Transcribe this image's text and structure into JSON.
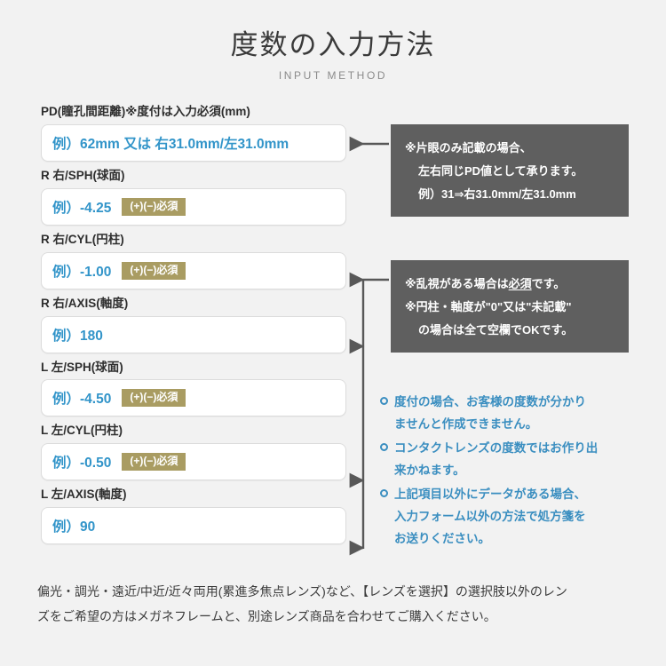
{
  "header": {
    "title": "度数の入力方法",
    "subtitle": "INPUT METHOD"
  },
  "colors": {
    "background": "#f2f2f2",
    "placeholder_blue": "#3194c9",
    "badge_khaki": "#a99c62",
    "note_box_gray": "#5f5f5f",
    "bullet_blue": "#3a8ec0",
    "input_border": "#dcdcdc",
    "connector_gray": "#585858"
  },
  "fields": [
    {
      "label": "PD(瞳孔間距離)※度付は入力必須(mm)",
      "placeholder": "例）62mm 又は 右31.0mm/左31.0mm",
      "badge": null
    },
    {
      "label": "R 右/SPH(球面)",
      "placeholder": "例）-4.25",
      "badge": "(+)(−)必須"
    },
    {
      "label": "R 右/CYL(円柱)",
      "placeholder": "例）-1.00",
      "badge": "(+)(−)必須"
    },
    {
      "label": "R 右/AXIS(軸度)",
      "placeholder": "例）180",
      "badge": null
    },
    {
      "label": "L 左/SPH(球面)",
      "placeholder": "例）-4.50",
      "badge": "(+)(−)必須"
    },
    {
      "label": "L 左/CYL(円柱)",
      "placeholder": "例）-0.50",
      "badge": "(+)(−)必須"
    },
    {
      "label": "L 左/AXIS(軸度)",
      "placeholder": "例）90",
      "badge": null
    }
  ],
  "note_pd": {
    "line1": "※片眼のみ記載の場合、",
    "line2": "左右同じPD値として承ります。",
    "line3": "例）31⇒右31.0mm/左31.0mm"
  },
  "note_cyl": {
    "line1_pre": "※乱視がある場合は",
    "line1_underline": "必須",
    "line1_post": "です。",
    "line2": "※円柱・軸度が\"0\"又は\"未記載\"",
    "line3": "の場合は全て空欄でOKです。"
  },
  "bullets": [
    {
      "line1": "度付の場合、お客様の度数が分かり",
      "line2": "ませんと作成できません。",
      "line3": ""
    },
    {
      "line1": "コンタクトレンズの度数ではお作り出",
      "line2": "来かねます。",
      "line3": ""
    },
    {
      "line1": "上記項目以外にデータがある場合、",
      "line2": "入力フォーム以外の方法で処方箋を",
      "line3": "お送りください。"
    }
  ],
  "footer": {
    "line1": "偏光・調光・遠近/中近/近々両用(累進多焦点レンズ)など、【レンズを選択】の選択肢以外のレン",
    "line2": "ズをご希望の方はメガネフレームと、別途レンズ商品を合わせてご購入ください。"
  }
}
